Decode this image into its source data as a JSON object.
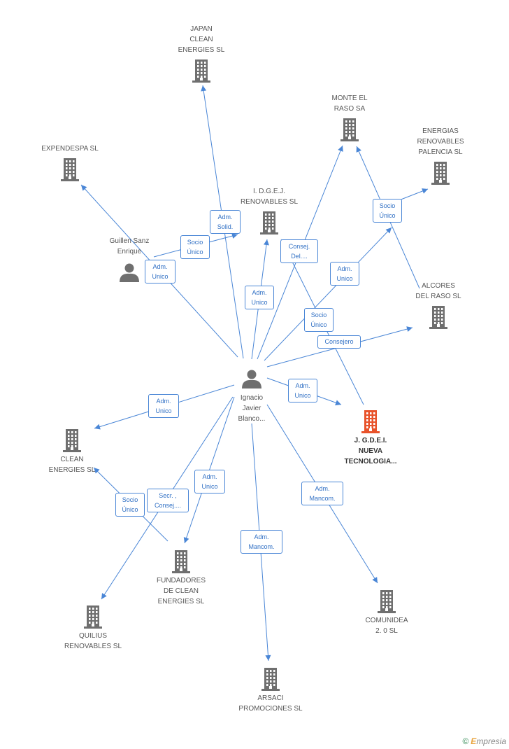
{
  "colors": {
    "edge": "#4a86d6",
    "building": "#6f6f6f",
    "focus_building": "#e8532b",
    "person": "#6f6f6f"
  },
  "nodes": [
    {
      "id": "ignacio",
      "kind": "person",
      "lines": [
        "Ignacio",
        "Javier",
        "Blanco..."
      ]
    },
    {
      "id": "guillen",
      "kind": "person",
      "lines": [
        "Guillen Sanz",
        "Enrique"
      ]
    },
    {
      "id": "japan",
      "kind": "company",
      "lines": [
        "JAPAN",
        "CLEAN",
        "ENERGIES  SL"
      ]
    },
    {
      "id": "monte",
      "kind": "company",
      "lines": [
        "MONTE EL",
        "RASO SA"
      ]
    },
    {
      "id": "expendespa",
      "kind": "company",
      "lines": [
        "EXPENDESPA SL"
      ]
    },
    {
      "id": "energias",
      "kind": "company",
      "lines": [
        "ENERGIAS",
        "RENOVABLES",
        "PALENCIA SL"
      ]
    },
    {
      "id": "idgej",
      "kind": "company",
      "lines": [
        "I. D.G.E.J.",
        "RENOVABLES SL"
      ]
    },
    {
      "id": "alcores",
      "kind": "company",
      "lines": [
        "ALCORES",
        "DEL RASO  SL"
      ]
    },
    {
      "id": "jgdei",
      "kind": "focus",
      "lines": [
        "J. G.D.E.I.",
        "NUEVA",
        "TECNOLOGIA..."
      ]
    },
    {
      "id": "clean",
      "kind": "company",
      "lines": [
        "CLEAN",
        "ENERGIES SL"
      ]
    },
    {
      "id": "fundadores",
      "kind": "company",
      "lines": [
        "FUNDADORES",
        "DE CLEAN",
        "ENERGIES SL"
      ]
    },
    {
      "id": "quilius",
      "kind": "company",
      "lines": [
        "QUILIUS",
        "RENOVABLES SL"
      ]
    },
    {
      "id": "comunidea",
      "kind": "company",
      "lines": [
        "COMUNIDEA",
        "2. 0 SL"
      ]
    },
    {
      "id": "arsaci",
      "kind": "company",
      "lines": [
        "ARSACI",
        "PROMOCIONES SL"
      ]
    }
  ],
  "edge_labels": [
    {
      "id": "e1",
      "text": [
        "Adm.",
        "Solid."
      ]
    },
    {
      "id": "e2",
      "text": [
        "Socio",
        "Único"
      ]
    },
    {
      "id": "e3",
      "text": [
        "Adm.",
        "Unico"
      ]
    },
    {
      "id": "e4",
      "text": [
        "Adm.",
        "Unico"
      ]
    },
    {
      "id": "e5",
      "text": [
        "Consej.",
        "Del...."
      ]
    },
    {
      "id": "e6",
      "text": [
        "Adm.",
        "Unico"
      ]
    },
    {
      "id": "e7",
      "text": [
        "Socio",
        "Único"
      ]
    },
    {
      "id": "e8",
      "text": [
        "Socio",
        "Único"
      ]
    },
    {
      "id": "e9",
      "text": [
        "Consejero"
      ]
    },
    {
      "id": "e10",
      "text": [
        "Adm.",
        "Unico"
      ]
    },
    {
      "id": "e11",
      "text": [
        "Adm.",
        "Unico"
      ]
    },
    {
      "id": "e12",
      "text": [
        "Socio",
        "Único"
      ]
    },
    {
      "id": "e13",
      "text": [
        "Secr. ,",
        "Consej...."
      ]
    },
    {
      "id": "e14",
      "text": [
        "Adm.",
        "Unico"
      ]
    },
    {
      "id": "e15",
      "text": [
        "Adm.",
        "Mancom."
      ]
    },
    {
      "id": "e16",
      "text": [
        "Adm.",
        "Mancom."
      ]
    }
  ],
  "footer": {
    "copyright": "©",
    "brand_first": "E",
    "brand_rest": "mpresia"
  }
}
